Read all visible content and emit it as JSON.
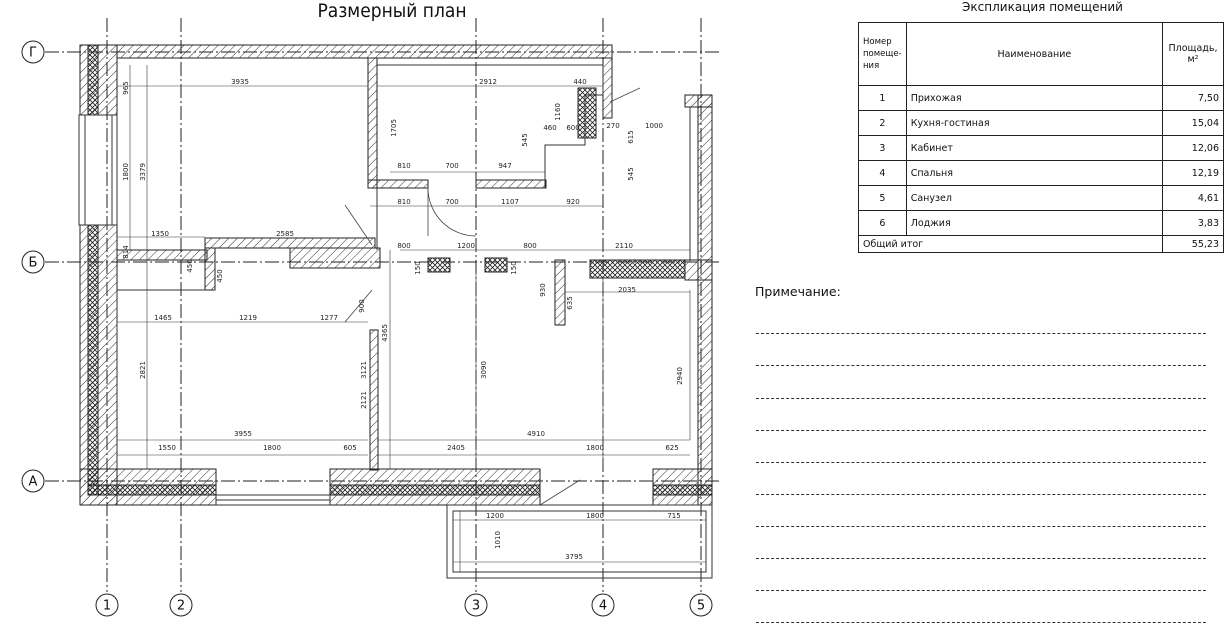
{
  "title": "Размерный план",
  "axes": {
    "horizontal": [
      "Г",
      "Б",
      "А"
    ],
    "vertical": [
      "1",
      "2",
      "3",
      "4",
      "5"
    ]
  },
  "dimensions": {
    "top_row": [
      "3935",
      "2912",
      "440"
    ],
    "left_col": [
      "965",
      "1800",
      "3379",
      "814",
      "2821",
      "3121",
      "2121"
    ],
    "inner": [
      "1160",
      "460",
      "600",
      "545",
      "270",
      "1000",
      "615",
      "545",
      "1705",
      "810",
      "700",
      "947",
      "810",
      "700",
      "1107",
      "920"
    ],
    "middle": [
      "1350",
      "2585",
      "450",
      "450",
      "800",
      "1200",
      "800",
      "2110",
      "150",
      "150",
      "930",
      "635",
      "2035",
      "900",
      "4365"
    ],
    "row_lower": [
      "1465",
      "1219",
      "1277",
      "3090",
      "2940"
    ],
    "bottom_inner": [
      "3955",
      "4910"
    ],
    "bottom_row": [
      "1550",
      "1800",
      "605",
      "2405",
      "1800",
      "625"
    ],
    "balcony": [
      "1200",
      "1800",
      "715",
      "1010",
      "3795"
    ]
  },
  "explication": {
    "title": "Экспликация помещений",
    "headers": {
      "number": "Номер помеще-ния",
      "name": "Наименование",
      "area": "Площадь, м²"
    },
    "rows": [
      {
        "num": "1",
        "name": "Прихожая",
        "area": "7,50"
      },
      {
        "num": "2",
        "name": "Кухня-гостиная",
        "area": "15,04"
      },
      {
        "num": "3",
        "name": "Кабинет",
        "area": "12,06"
      },
      {
        "num": "4",
        "name": "Спальня",
        "area": "12,19"
      },
      {
        "num": "5",
        "name": "Санузел",
        "area": "4,61"
      },
      {
        "num": "6",
        "name": "Лоджия",
        "area": "3,83"
      }
    ],
    "total_label": "Общий итог",
    "total_value": "55,23"
  },
  "note_label": "Примечание:"
}
